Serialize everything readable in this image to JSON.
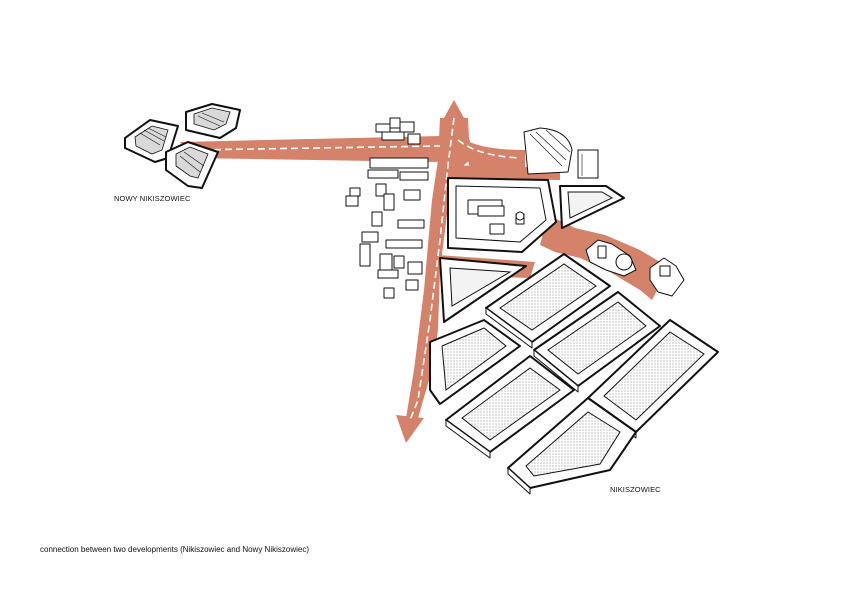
{
  "labels": {
    "nowy": "NOWY NIKISZOWIEC",
    "niki": "NIKISZOWIEC"
  },
  "caption": "connection between two developments (Nikiszowiec and Nowy Nikiszowiec)",
  "colors": {
    "path": "#d4826a",
    "dash": "#ffffff",
    "outline": "#111111",
    "background": "#ffffff"
  }
}
